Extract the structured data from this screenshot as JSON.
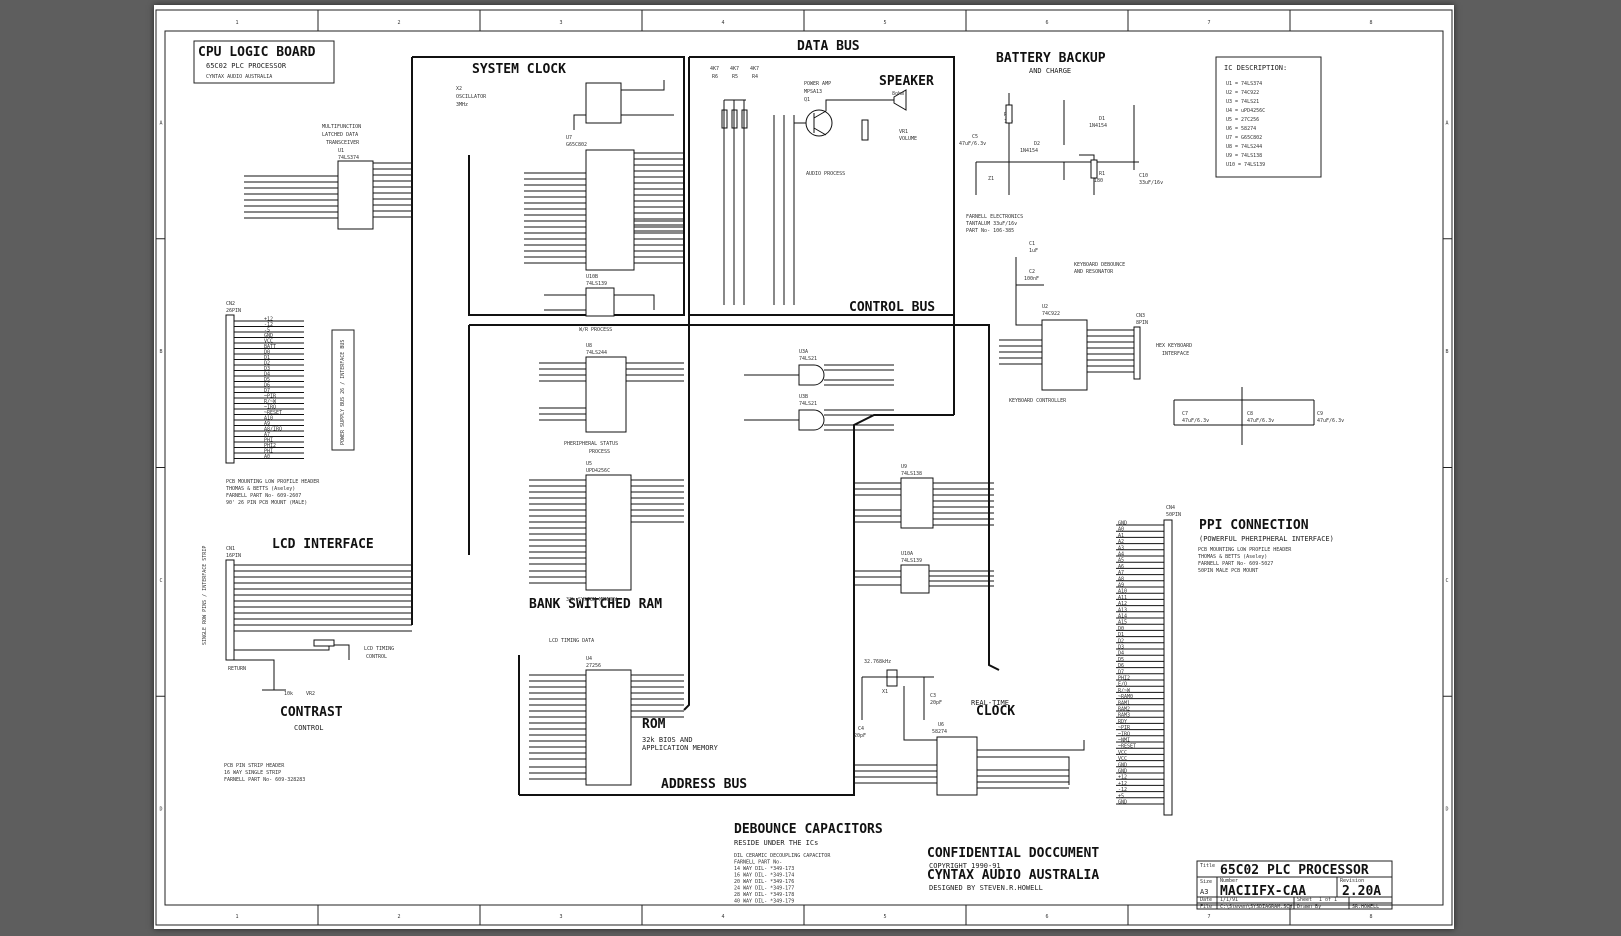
{
  "grid": {
    "cols": [
      "1",
      "2",
      "3",
      "4",
      "5",
      "6",
      "7",
      "8"
    ],
    "rows": [
      "A",
      "B",
      "C",
      "D"
    ]
  },
  "titles": {
    "cpu_logic_board": "CPU LOGIC BOARD",
    "cpu_sub1": "65C02 PLC PROCESSOR",
    "cpu_sub2": "CYNTAX AUDIO     AUSTRALIA",
    "data_bus": "DATA BUS",
    "system_clock": "SYSTEM CLOCK",
    "speaker": "SPEAKER",
    "battery_backup": "BATTERY BACKUP",
    "battery_sub": "AND CHARGE",
    "control_bus": "CONTROL BUS",
    "lcd_interface": "LCD INTERFACE",
    "bank_switched_ram": "BANK SWITCHED RAM",
    "contrast": "CONTRAST",
    "contrast_sub": "CONTROL",
    "rom": "ROM",
    "rom_sub1": "32k BIOS AND",
    "rom_sub2": "APPLICATION MEMORY",
    "address_bus": "ADDRESS BUS",
    "real_time": "REAL-TIME",
    "clock": "CLOCK",
    "ppi_connection": "PPI CONNECTION",
    "ppi_sub": "(POWERFUL   PHERIPHERAL   INTERFACE)",
    "debounce_capacitors": "DEBOUNCE CAPACITORS",
    "debounce_sub": "RESIDE UNDER THE ICs",
    "confidential": "CONFIDENTIAL DOCCUMENT",
    "copyright": "COPYRIGHT 1990-91",
    "company": "CYNTAX AUDIO AUSTRALIA",
    "designed_by": "DESIGNED BY     STEVEN.R.HOWELL"
  },
  "notes": {
    "multifunction": [
      "MULTIFUNCTION",
      "LATCHED DATA",
      "TRANSCEIVER"
    ],
    "oscillator": [
      "X2",
      "OSCILLATOR",
      "3MHz"
    ],
    "power_amp": [
      "POWER AMP",
      "MPSA13",
      "Q1"
    ],
    "audio_process": "AUDIO PROCESS",
    "speaker_spec": "8ohm",
    "volume": [
      "VR1",
      "VOLUME"
    ],
    "wr_process": "W/R PROCESS",
    "periph_status": [
      "PHERIPHERAL STATUS",
      "PROCESS"
    ],
    "sys_memory": "32k SYSTEM MEMORY",
    "lcd_timing_data": "LCD TIMING DATA",
    "lcd_timing_control": [
      "LCD TIMING",
      "CONTROL"
    ],
    "keyboard_controller": "KEYBOARD CONTROLLER",
    "hex_keyboard": [
      "HEX KEYBOARD",
      "INTERFACE"
    ],
    "keyboard_debounce": [
      "KEYBOARD DEBOUNCE",
      "AND RESONATOR"
    ],
    "farnell_tantalum": [
      "FARNELL ELECTRONICS",
      "TANTALUM     33uF/16v",
      "PART No-   106-385"
    ],
    "pcb_header_cn2": [
      "PCB MOUNTING LOW      PROFILE HEADER",
      "THOMAS & BETTS      (Aseley)",
      "FARNELL PART No-          609-2607",
      "90' 26 PIN PCB MOUNT          (MALE)"
    ],
    "pcb_pin_strip": [
      "PCB PIN STRIP HEADER",
      "16 WAY SINGLE STRIP",
      "FARNELL PART No-        609-328283"
    ],
    "ppi_header": [
      "PCB MOUNTING LOW      PROFILE HEADER",
      "THOMAS & BETTS      (Aseley)",
      "FARNELL PART No-          609-5027",
      "50PIN MALE PCB MOUNT"
    ],
    "debounce_list": [
      "DIL CERAMIC        DECOUPLING CAPACITOR",
      "FARNELL PART No-",
      "14 WAY DIL- *349-173",
      "16 WAY DIL- *349-174",
      "20 WAY DIL- *349-176",
      "24 WAY DIL- *349-177",
      "28 WAY DIL- *349-178",
      "40 WAY DIL- *349-179"
    ],
    "cn2_rotated": "POWER SUPPLY BUS 26 / INTERFACE BUS",
    "cn1_rotated": "SINGLE ROW PINS / INTERFACE STRIP",
    "return": "RETURN",
    "vr2": [
      "10k",
      "VR2"
    ],
    "xtal": [
      "32.768kHz",
      "X1"
    ]
  },
  "ic_description": {
    "heading": "IC DESCRIPTION:",
    "items": [
      "U1  = 74LS374",
      "U2  = 74C922",
      "U3  = 74LS21",
      "U4  = uPD4256C",
      "U5  = 27C256",
      "U6  = 58274",
      "U7  = G65C802",
      "U8  = 74LS244",
      "U9  = 74LS138",
      "U10 = 74LS139"
    ]
  },
  "components": {
    "u1": {
      "ref": "U1",
      "part": "74LS374"
    },
    "u7": {
      "ref": "U7",
      "part": "G65C802"
    },
    "u10b": {
      "ref": "U10B",
      "part": "74LS139"
    },
    "u8": {
      "ref": "U8",
      "part": "74LS244"
    },
    "u5": {
      "ref": "U5",
      "part": "UPD4256C"
    },
    "u4": {
      "ref": "U4",
      "part": "27256"
    },
    "u3a": {
      "ref": "U3A",
      "part": "74LS21"
    },
    "u3b": {
      "ref": "U3B",
      "part": "74LS21"
    },
    "u9": {
      "ref": "U9",
      "part": "74LS138"
    },
    "u10a": {
      "ref": "U10A",
      "part": "74LS139"
    },
    "u6": {
      "ref": "U6",
      "part": "58274"
    },
    "u2": {
      "ref": "U2",
      "part": "74C922"
    },
    "cn1": {
      "ref": "CN1",
      "part": "16PIN"
    },
    "cn2": {
      "ref": "CN2",
      "part": "26PIN"
    },
    "cn3": {
      "ref": "CN3",
      "part": "8PIN"
    },
    "cn4": {
      "ref": "CN4",
      "part": "50PIN"
    },
    "resistors": [
      "4K7",
      "4K7",
      "4K7",
      "R6",
      "R5",
      "R4"
    ],
    "batt": {
      "r3": "R3",
      "r3v": "180",
      "d1": "D1",
      "d1v": "1N4154",
      "d2": "D2",
      "d2v": "1N4154",
      "r1": "R1",
      "r1v": "180",
      "c10": "C10",
      "c10v": "33uF/16v",
      "c5": "C5",
      "c5v": "47uF/6.3v",
      "z1": "Z1"
    },
    "caps": {
      "c1": "C1",
      "c1v": "1uF",
      "c2": "C2",
      "c2v": "100nF",
      "c3": "C3",
      "c3v": "20pF",
      "c4": "C4",
      "c4v": "20pF",
      "c7": "C7",
      "c7v": "47uF/6.3v",
      "c8": "C8",
      "c8v": "47uF/6.3v",
      "c9": "C9",
      "c9v": "47uF/6.3v"
    }
  },
  "cn2_pins": [
    "+12",
    "-12",
    "-5",
    "GND",
    "VCC",
    "BATT",
    "D0",
    "D1",
    "D2",
    "D3",
    "D4",
    "D5",
    "D6",
    "D7",
    "~PIR",
    "R/~W",
    "~IRQ",
    "~RESET",
    "A10",
    "A9",
    "A8/IRQ",
    "A7",
    "PHI",
    "PHI2",
    "PHI",
    "A0"
  ],
  "cn4_pins": [
    "GND",
    "A0",
    "A1",
    "A2",
    "A3",
    "A4",
    "A5",
    "A6",
    "A7",
    "A8",
    "A9",
    "A10",
    "A11",
    "A12",
    "A13",
    "A14",
    "A15",
    "D0",
    "D1",
    "D2",
    "D3",
    "D4",
    "D5",
    "D6",
    "D7",
    "PHI2",
    "E/O",
    "R/~W",
    "~RAM0",
    "RAM1",
    "RAM2",
    "RAM3",
    "RDY",
    "~PIR",
    "~IRQ",
    "~NMI",
    "~RESET",
    "VCC",
    "VCC",
    "GND",
    "GND",
    "+12",
    "+12",
    "-12",
    "+5",
    "GND"
  ],
  "title_block": {
    "title_label": "Title",
    "title": "65C02 PLC PROCESSOR",
    "size_label": "Size",
    "size": "A3",
    "number_label": "Number",
    "number": "MACIIFX-CAA",
    "revision_label": "Revision",
    "revision": "2.20A",
    "date_label": "Date",
    "date": "1/1/91",
    "file_label": "File",
    "file": "C:\\Steven\\SYSDIAGRAM.SCH",
    "sheet_label": "Sheet",
    "sheet": "1 of 1",
    "drawn_label": "Drawn By",
    "drawn": "SR.HOWELL"
  }
}
